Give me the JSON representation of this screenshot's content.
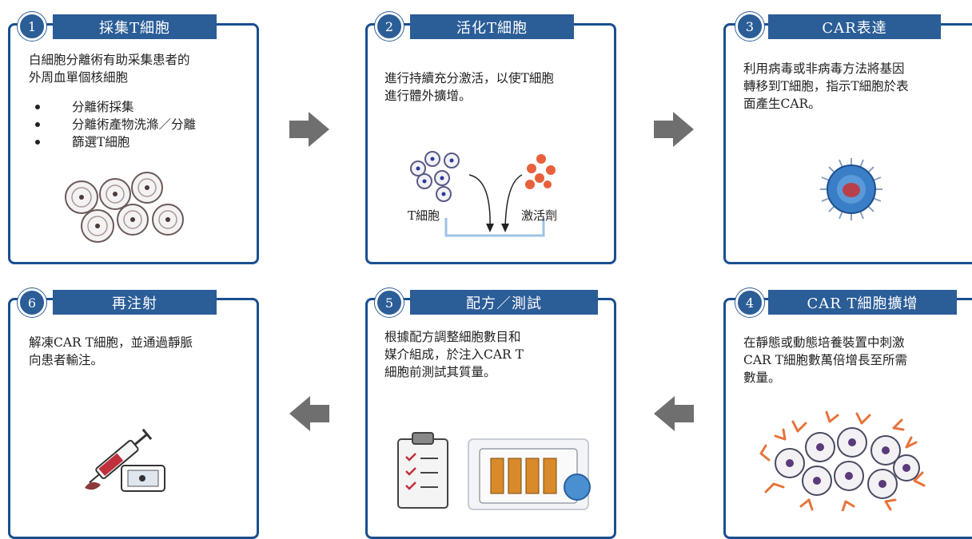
{
  "colors": {
    "frame": "#1a4f8f",
    "title_bg": "#2b5d97",
    "arrow": "#6f6f6f",
    "activator": "#e8603c",
    "car_receptor": "#e8733a",
    "tray": "#9cc3e6"
  },
  "steps": [
    {
      "number": "1",
      "title": "採集T細胞",
      "text": "白細胞分離術有助采集患者的\n外周血單個核細胞",
      "bullets": [
        "分離術採集",
        "分離術產物洗滌／分離",
        "篩選T細胞"
      ]
    },
    {
      "number": "2",
      "title": "活化T細胞",
      "text": "進行持續充分激活，以使T細胞\n進行體外擴增。",
      "labels": {
        "tcell": "T細胞",
        "activator": "激活劑"
      }
    },
    {
      "number": "3",
      "title": "CAR表達",
      "text": "利用病毒或非病毒方法將基因\n轉移到T細胞，指示T細胞於表\n面產生CAR。"
    },
    {
      "number": "4",
      "title": "CAR T細胞擴增",
      "text": "在靜態或動態培養裝置中刺激\nCAR T細胞數萬倍增長至所需\n數量。"
    },
    {
      "number": "5",
      "title": "配方／測試",
      "text": "根據配方調整細胞數目和\n媒介組成，於注入CAR T\n細胞前測試其質量。"
    },
    {
      "number": "6",
      "title": "再注射",
      "text": "解凍CAR T細胞，並通過靜脈\n向患者輸注。"
    }
  ],
  "arrows": [
    "right",
    "right",
    "left",
    "left"
  ]
}
